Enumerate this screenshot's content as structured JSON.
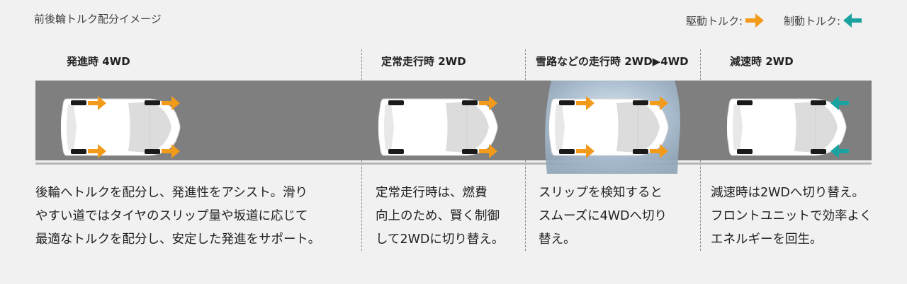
{
  "header": {
    "title": "前後輪トルク配分イメージ",
    "legend_drive": "駆動トルク:",
    "legend_brake": "制動トルク:"
  },
  "colors": {
    "drive_arrow": "#f29a1a",
    "brake_arrow": "#1aa39e",
    "road": "#7f7f7f"
  },
  "sections": [
    {
      "title": "発進時 4WD",
      "desc": [
        "後輪へトルクを配分し、発進性をアシスト。滑り",
        "やすい道ではタイヤのスリップ量や坂道に応じて",
        "最適なトルクを配分し、安定した発進をサポート。"
      ]
    },
    {
      "title": "定常走行時 2WD",
      "desc": [
        "定常走行時は、燃費",
        "向上のため、賢く制御",
        "して2WDに切り替え。"
      ]
    },
    {
      "title": "雪路などの走行時 2WD▶4WD",
      "desc": [
        "スリップを検知すると",
        "スムーズに4WDへ切り",
        "替え。"
      ]
    },
    {
      "title": "減速時 2WD",
      "desc": [
        "減速時は2WDへ切り替え。",
        "フロントユニットで効率よく",
        "エネルギーを回生。"
      ]
    }
  ]
}
